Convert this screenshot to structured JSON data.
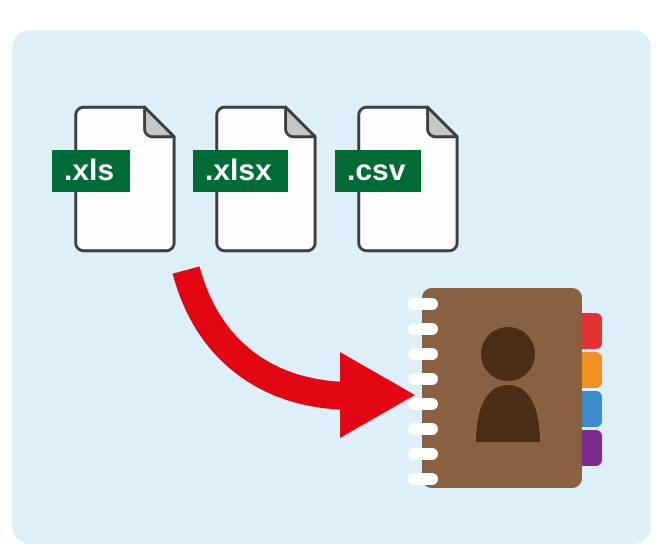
{
  "illustration": {
    "description": "Spreadsheet files imported into a contact address book",
    "files": [
      {
        "label": ".xls"
      },
      {
        "label": ".xlsx"
      },
      {
        "label": ".csv"
      }
    ],
    "arrow": {
      "direction": "down-right",
      "style": "curved"
    },
    "contact_book": {
      "rings": 8,
      "tabs": [
        "red",
        "orange",
        "blue",
        "purple"
      ]
    }
  },
  "colors": {
    "panel": "#ddeff8",
    "doc_fill": "#fdfdfd",
    "doc_stroke": "#3f3f3f",
    "fold": "#c6c6c6",
    "badge": "#006b35",
    "badge_text": "#ffffff",
    "arrow": "#e20613",
    "book": "#8a6140",
    "book_dark": "#4a2d17",
    "ring": "#ffffff",
    "tab_red": "#e53034",
    "tab_orange": "#f29022",
    "tab_blue": "#3a8ccc",
    "tab_purple": "#7c2c8e"
  }
}
